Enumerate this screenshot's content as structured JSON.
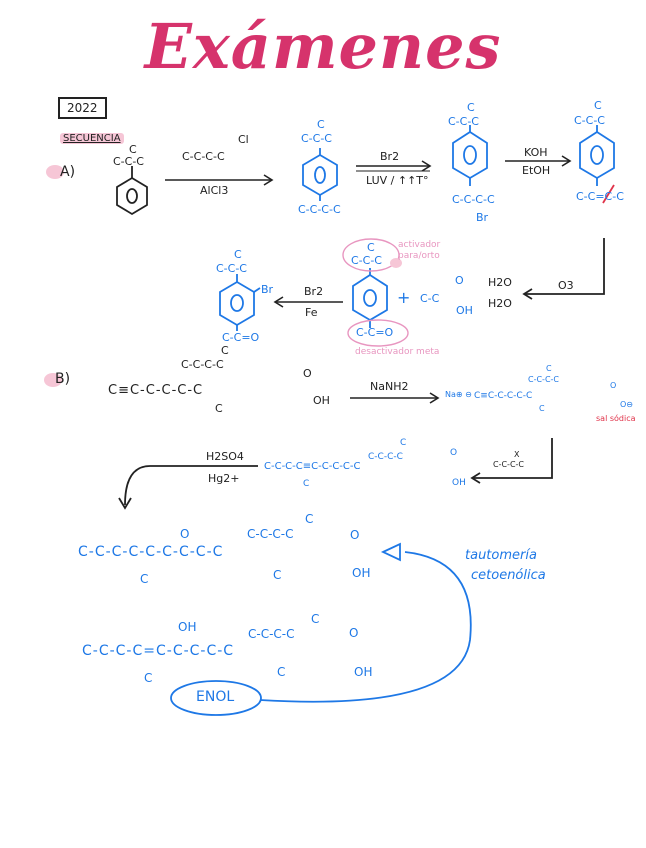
{
  "colors": {
    "ink": "#222222",
    "blue": "#1e78e6",
    "title_pink": "#d6336c",
    "note_pink": "#e896c0",
    "highlight": "#f6c6d6"
  },
  "header": {
    "title": "Exámenes"
  },
  "exam": {
    "year": "2022",
    "section": "SECUENCIA"
  },
  "part_a": {
    "label": "A)",
    "start_branch": "C",
    "start_chain": "C-C-C",
    "reagent_chain": "C-C-C-C",
    "reagent_cl": "Cl",
    "catalyst1": "AlCl3",
    "p1_top": "C",
    "p1_chain": "C-C-C",
    "p1_bottom": "C-C-C-C",
    "bromination_reagent": "Br2",
    "bromination_conditions": "LUV / ↑↑T°",
    "p2_top_c": "C",
    "p2_top": "C-C-C",
    "p2_bottom": "C-C-C-C",
    "p2_br": "Br",
    "elimination_reagent": "KOH",
    "elimination_solvent": "EtOH",
    "p3_top_c": "C",
    "p3_top": "C-C-C",
    "p3_bottom": "C-C=C-C",
    "ozonolysis_reagent": "O3",
    "hydrolysis_1": "H2O",
    "hydrolysis_2": "H2O",
    "p4_top_c": "C",
    "p4_top": "C-C-C",
    "p4_bottom": "C-C=O",
    "p4_side_acid": "C-C",
    "p4_o": "O",
    "p4_oh": "OH",
    "plus": "+",
    "note_activator": "activador para/orto",
    "note_deactivator": "desactivador meta",
    "br2_reagent": "Br2",
    "fe_catalyst": "Fe",
    "final_top_c": "C",
    "final_top": "C-C-C",
    "final_br": "Br",
    "final_bottom": "C-C=O"
  },
  "part_b": {
    "label": "B)",
    "top_chain": "C-C-C-C",
    "top_branch": "C",
    "main_chain": "C≡C-C-C-C-C",
    "bottom_c": "C",
    "acid_o": "O",
    "acid_oh": "OH",
    "reagent": "NaNH2",
    "salt_prefix": "Na⊕ ⊖",
    "salt_chain": "C≡C-C-C-C-C",
    "salt_top": "C-C-C-C",
    "salt_top_c": "C",
    "salt_bottom_c": "C",
    "salt_o": "O",
    "salt_oc": "O⊖",
    "salt_note": "sal sódica",
    "alkyl_halide": "C-C-C-C",
    "halide_x": "X",
    "hydration_reagent": "H2SO4",
    "hydration_catalyst": "Hg2+",
    "alkyne_chain": "C-C-C-C≡C-C-C-C-C",
    "alkyne_top": "C-C-C-C",
    "alkyne_top_c": "C",
    "alkyne_low_c": "C",
    "alkyne_o": "O",
    "alkyne_oh": "OH",
    "ketone_chain": "C-C-C-C-C-C-C-C-C",
    "ketone_o": "O",
    "ketone_top": "C-C-C-C",
    "ketone_top_c": "C",
    "ketone_bottom_c": "C",
    "ketone_bottom_left": "C",
    "ketone_acid_o": "O",
    "ketone_oh": "OH",
    "tautomerism_line1": "tautomería",
    "tautomerism_line2": "cetoenólica",
    "enol_oh": "OH",
    "enol_chain": "C-C-C-C=C-C-C-C-C",
    "enol_top": "C-C-C-C",
    "enol_top_c": "C",
    "enol_bottom_left": "C",
    "enol_bottom_c": "C",
    "enol_acid_o": "O",
    "enol_acid_oh": "OH",
    "enol_label": "ENOL"
  }
}
